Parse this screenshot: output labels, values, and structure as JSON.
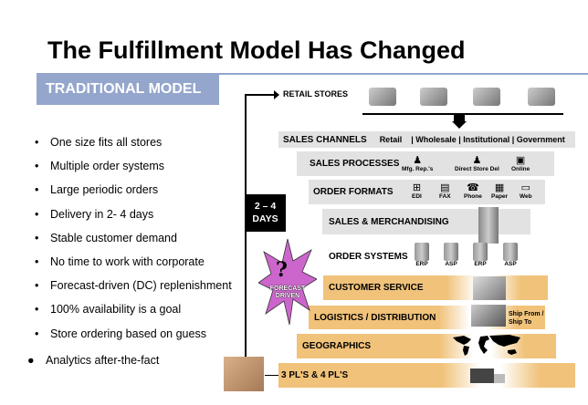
{
  "title": "The Fulfillment Model Has Changed",
  "badge": "TRADITIONAL MODEL",
  "bullets": [
    "One size fits all stores",
    "Multiple order systems",
    "Large periodic orders",
    "Delivery in 2- 4 days",
    "Stable customer demand",
    "No time to work with corporate",
    "Forecast-driven (DC) replenishment",
    "100% availability is a goal",
    "Store ordering based on guess"
  ],
  "last_bullet": "Analytics after-the-fact",
  "diagram": {
    "retail_stores": "RETAIL STORES",
    "sales_channels": {
      "label": "SALES CHANNELS",
      "items": "Retail    | Wholesale | Institutional | Government"
    },
    "sales_processes": {
      "label": "SALES PROCESSES",
      "items": [
        "Mfg. Rep.'s",
        "Direct Store Del",
        "Online"
      ]
    },
    "order_formats": {
      "label": "ORDER FORMATS",
      "items": [
        "EDI",
        "FAX",
        "Phone",
        "Paper",
        "Web"
      ]
    },
    "sales_merch": "SALES & MERCHANDISING",
    "order_systems": {
      "label": "ORDER SYSTEMS",
      "items": [
        "ERP",
        "ASP",
        "ERP",
        "ASP"
      ]
    },
    "customer_service": "CUSTOMER SERVICE",
    "logistics": "LOGISTICS / DISTRIBUTION",
    "ship": "Ship From / Ship To",
    "geographics": "GEOGRAPHICS",
    "pls": "3 PL'S & 4 PL'S",
    "days": "2 – 4 DAYS",
    "forecast": "FORECAST DRIVEN",
    "question": "?"
  }
}
